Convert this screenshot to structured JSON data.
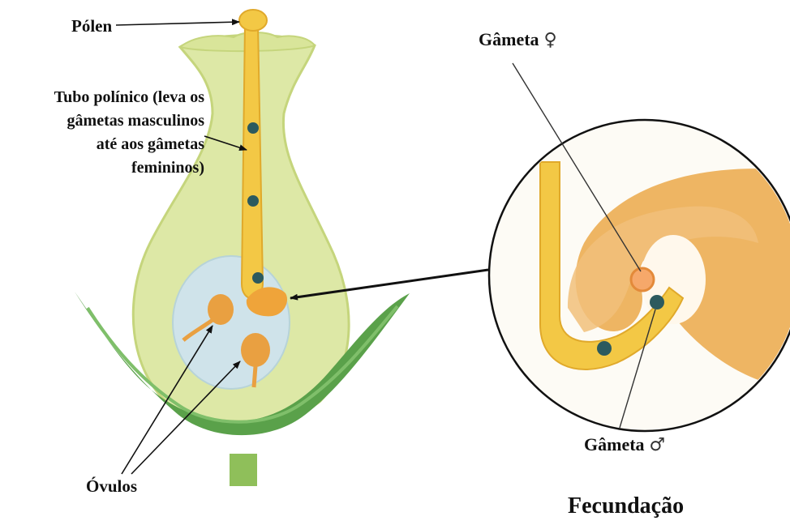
{
  "labels": {
    "polen": "Pólen",
    "tubo_lines": [
      "Tubo polínico (leva os",
      "gâmetas masculinos",
      "até aos gâmetas",
      "femininos)"
    ],
    "ovulos": "Óvulos",
    "gameta_feminino": "Gâmeta",
    "gameta_feminino_symbol": "♀",
    "gameta_masculino": "Gâmeta",
    "gameta_masculino_symbol": "♂",
    "fecundacao": "Fecundação"
  },
  "colors": {
    "ovary_green": "#dde8a6",
    "ovary_edge": "#c5d57c",
    "sepal_green": "#5aa14a",
    "pollen_tube": "#f3c845",
    "ovule_orange": "#e9a041",
    "cavity_blue": "#cfe3ea",
    "gamete_dot": "#2c5a5e",
    "circle_bg": "#fdfbf5",
    "tissue_orange": "#eeb563"
  }
}
